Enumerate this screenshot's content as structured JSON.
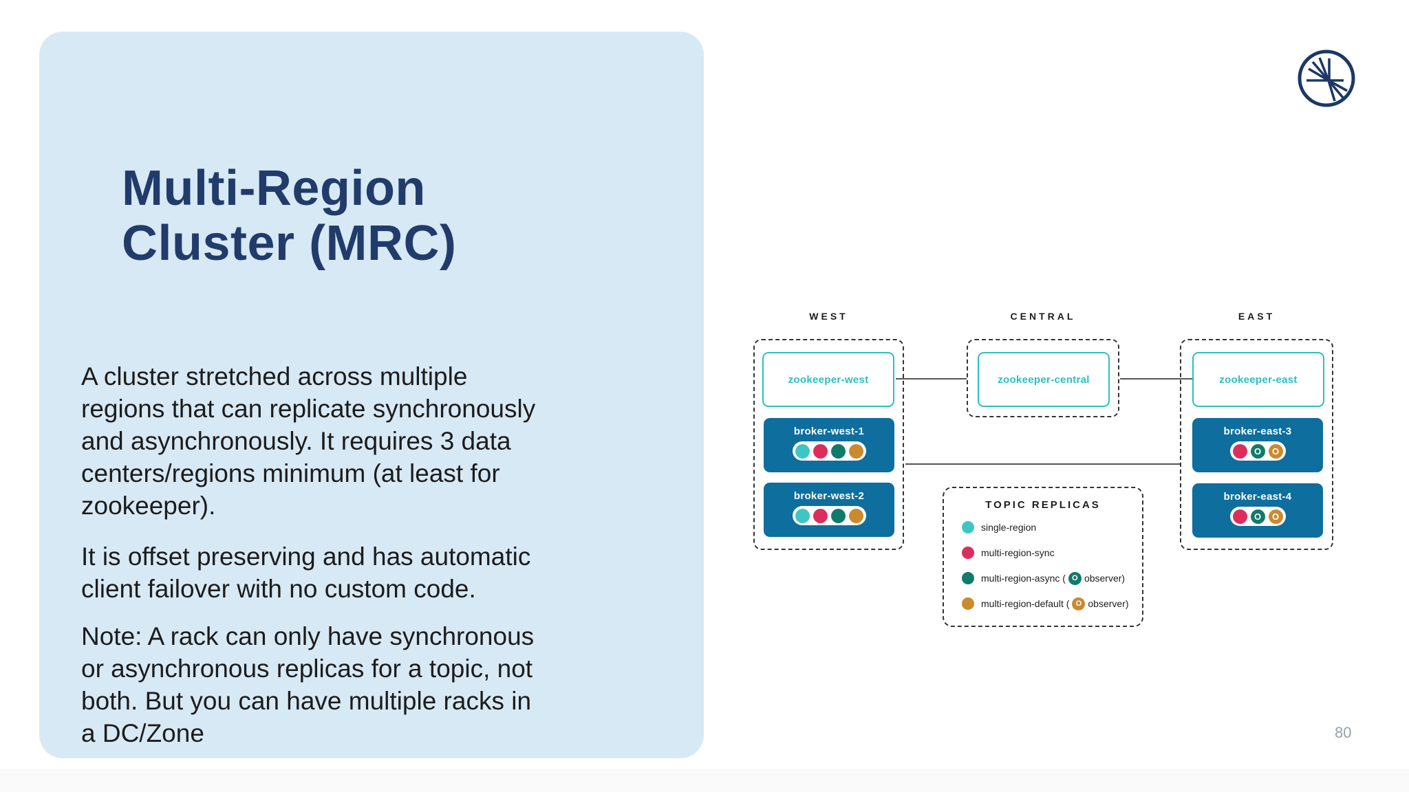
{
  "slide": {
    "title": "Multi-Region\nCluster (MRC)",
    "paragraphs": {
      "p1": "A cluster stretched across multiple\nregions that can replicate synchronously\nand asynchronously. It requires 3 data\ncenters/regions minimum (at least for\nzookeeper).",
      "p2": "It is offset preserving and has automatic\nclient failover with no custom code.",
      "p3": "Note: A rack can only have synchronous\nor asynchronous replicas for a topic, not\nboth. But you can have multiple racks in\na DC/Zone"
    },
    "page_number": "80"
  },
  "logo": {
    "icon": "confluent-starburst-icon"
  },
  "colors": {
    "panel_bg": "#d7e9f5",
    "title_navy": "#213c6b",
    "broker_blue": "#0e6e9e",
    "zookeeper_teal": "#2abfc5",
    "dot_single_region": "#3fc6c3",
    "dot_multi_region_sync": "#dc2e5d",
    "dot_multi_region_async": "#117a6a",
    "dot_multi_region_default": "#cb8a2e",
    "connector_gray": "#555555",
    "logo_navy": "#1b3866"
  },
  "diagram": {
    "observer_mark": "O",
    "regions": [
      {
        "name": "WEST",
        "zookeeper": "zookeeper-west",
        "brokers": [
          {
            "label": "broker-west-1",
            "replicas": [
              "single-region",
              "multi-region-sync",
              "multi-region-async",
              "multi-region-default"
            ]
          },
          {
            "label": "broker-west-2",
            "replicas": [
              "single-region",
              "multi-region-sync",
              "multi-region-async",
              "multi-region-default"
            ]
          }
        ]
      },
      {
        "name": "CENTRAL",
        "zookeeper": "zookeeper-central",
        "brokers": []
      },
      {
        "name": "EAST",
        "zookeeper": "zookeeper-east",
        "brokers": [
          {
            "label": "broker-east-3",
            "replicas": [
              "multi-region-sync",
              "multi-region-async (observer)",
              "multi-region-default (observer)"
            ]
          },
          {
            "label": "broker-east-4",
            "replicas": [
              "multi-region-sync",
              "multi-region-async (observer)",
              "multi-region-default (observer)"
            ]
          }
        ]
      }
    ],
    "legend": {
      "title": "TOPIC REPLICAS",
      "items": [
        {
          "label": "single-region"
        },
        {
          "label": "multi-region-sync"
        },
        {
          "label": "multi-region-async (",
          "observer": "O",
          "tail": "observer)"
        },
        {
          "label": "multi-region-default (",
          "observer": "O",
          "tail": "observer)"
        }
      ]
    }
  }
}
